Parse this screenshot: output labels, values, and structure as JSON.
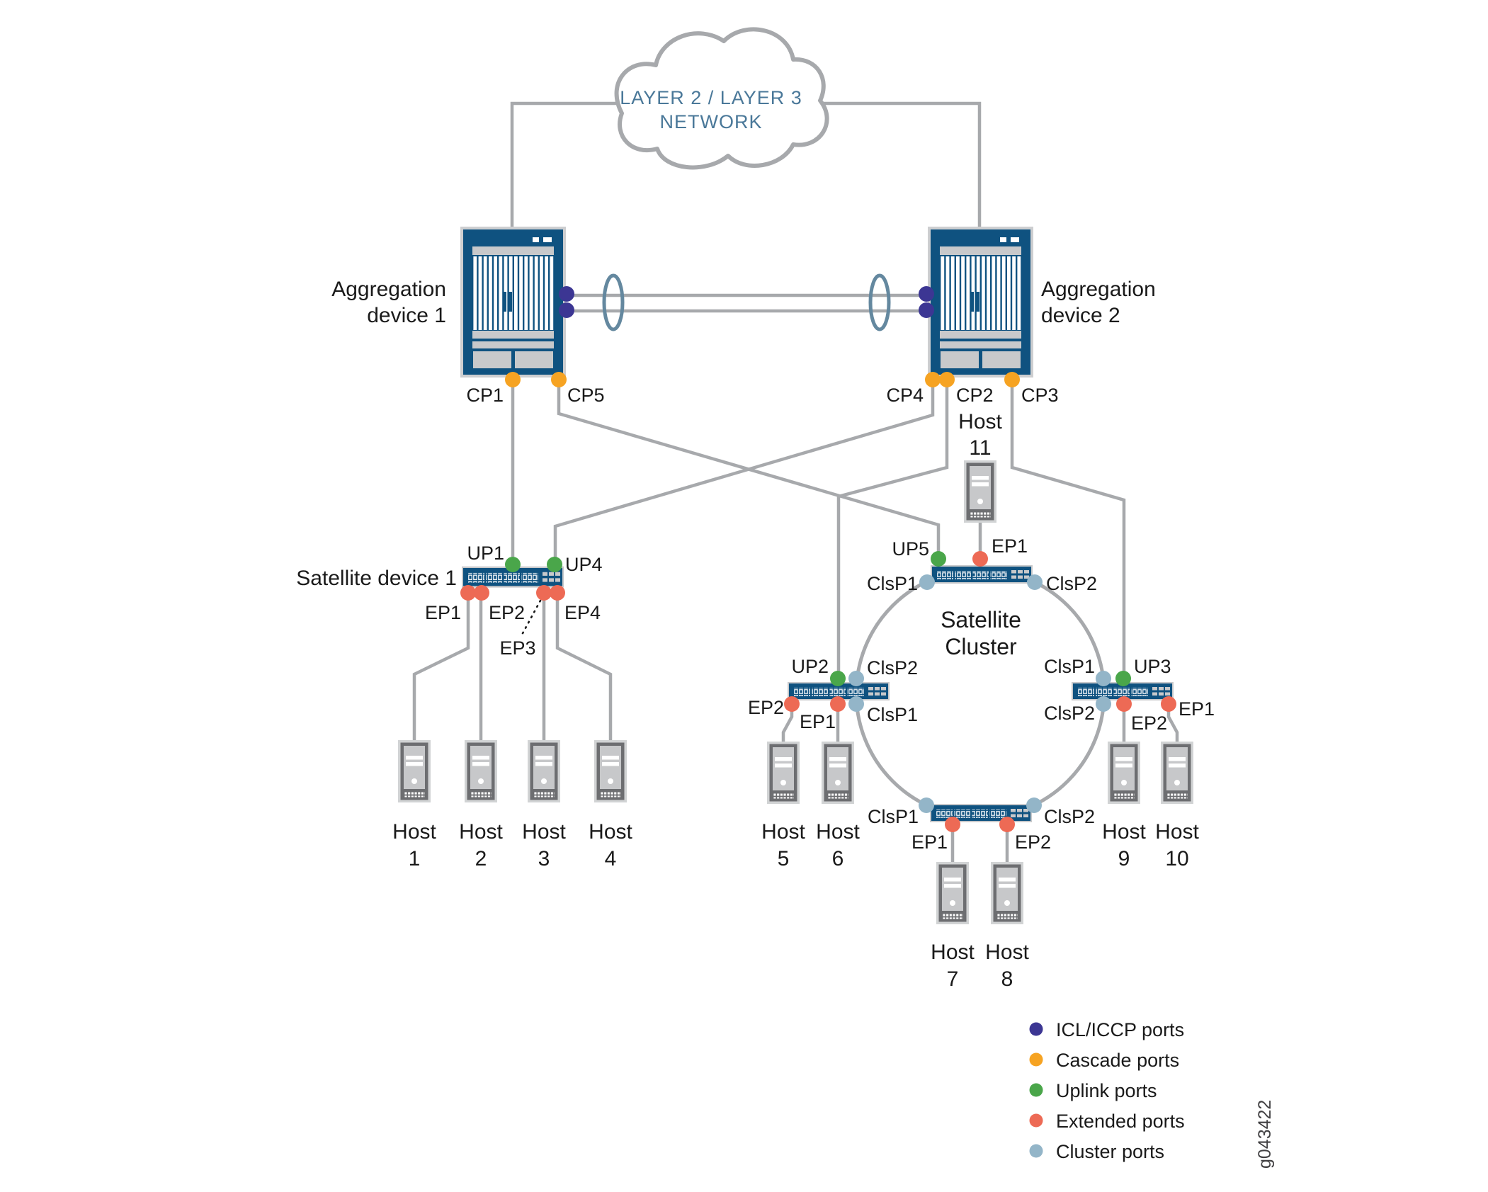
{
  "diagram": {
    "figure_id": "g043422",
    "cloud": {
      "line1": "LAYER 2 / LAYER 3",
      "line2": "NETWORK"
    },
    "aggregation_device_1": {
      "label_line1": "Aggregation",
      "label_line2": "device 1",
      "ports": {
        "cp1": "CP1",
        "cp5": "CP5"
      }
    },
    "aggregation_device_2": {
      "label_line1": "Aggregation",
      "label_line2": "device 2",
      "ports": {
        "cp4": "CP4",
        "cp2": "CP2",
        "cp3": "CP3"
      }
    },
    "satellite_device_1": {
      "label": "Satellite device 1",
      "ports": {
        "up1": "UP1",
        "up4": "UP4",
        "ep1": "EP1",
        "ep2": "EP2",
        "ep3": "EP3",
        "ep4": "EP4"
      }
    },
    "satellite_cluster": {
      "label_line1": "Satellite",
      "label_line2": "Cluster",
      "top_switch": {
        "ports": {
          "up5": "UP5",
          "ep1": "EP1",
          "clsp1": "ClsP1",
          "clsp2": "ClsP2"
        }
      },
      "left_switch": {
        "ports": {
          "up2": "UP2",
          "clsp2": "ClsP2",
          "ep2": "EP2",
          "ep1": "EP1",
          "clsp1": "ClsP1"
        }
      },
      "right_switch": {
        "ports": {
          "clsp1": "ClsP1",
          "up3": "UP3",
          "clsp2": "ClsP2",
          "ep2": "EP2",
          "ep1": "EP1"
        }
      },
      "bottom_switch": {
        "ports": {
          "clsp1": "ClsP1",
          "clsp2": "ClsP2",
          "ep1": "EP1",
          "ep2": "EP2"
        }
      }
    },
    "hosts": [
      {
        "line1": "Host",
        "line2": "1"
      },
      {
        "line1": "Host",
        "line2": "2"
      },
      {
        "line1": "Host",
        "line2": "3"
      },
      {
        "line1": "Host",
        "line2": "4"
      },
      {
        "line1": "Host",
        "line2": "5"
      },
      {
        "line1": "Host",
        "line2": "6"
      },
      {
        "line1": "Host",
        "line2": "7"
      },
      {
        "line1": "Host",
        "line2": "8"
      },
      {
        "line1": "Host",
        "line2": "9"
      },
      {
        "line1": "Host",
        "line2": "10"
      },
      {
        "line1": "Host",
        "line2": "11"
      }
    ],
    "port_colors": {
      "icl_iccp": "#3c3693",
      "cascade": "#f6a322",
      "uplink": "#4aa64a",
      "extended": "#ed6a55",
      "cluster": "#93b5c8"
    },
    "legend": {
      "items": [
        {
          "label": "ICL/ICCP ports",
          "color": "#3c3693"
        },
        {
          "label": "Cascade ports",
          "color": "#f6a322"
        },
        {
          "label": "Uplink ports",
          "color": "#4aa64a"
        },
        {
          "label": "Extended ports",
          "color": "#ed6a55"
        },
        {
          "label": "Cluster ports",
          "color": "#93b5c8"
        }
      ]
    },
    "colors": {
      "wire": "#a7a9ac",
      "device_navy": "#0f5280",
      "cloud_text": "#4a7899"
    }
  }
}
